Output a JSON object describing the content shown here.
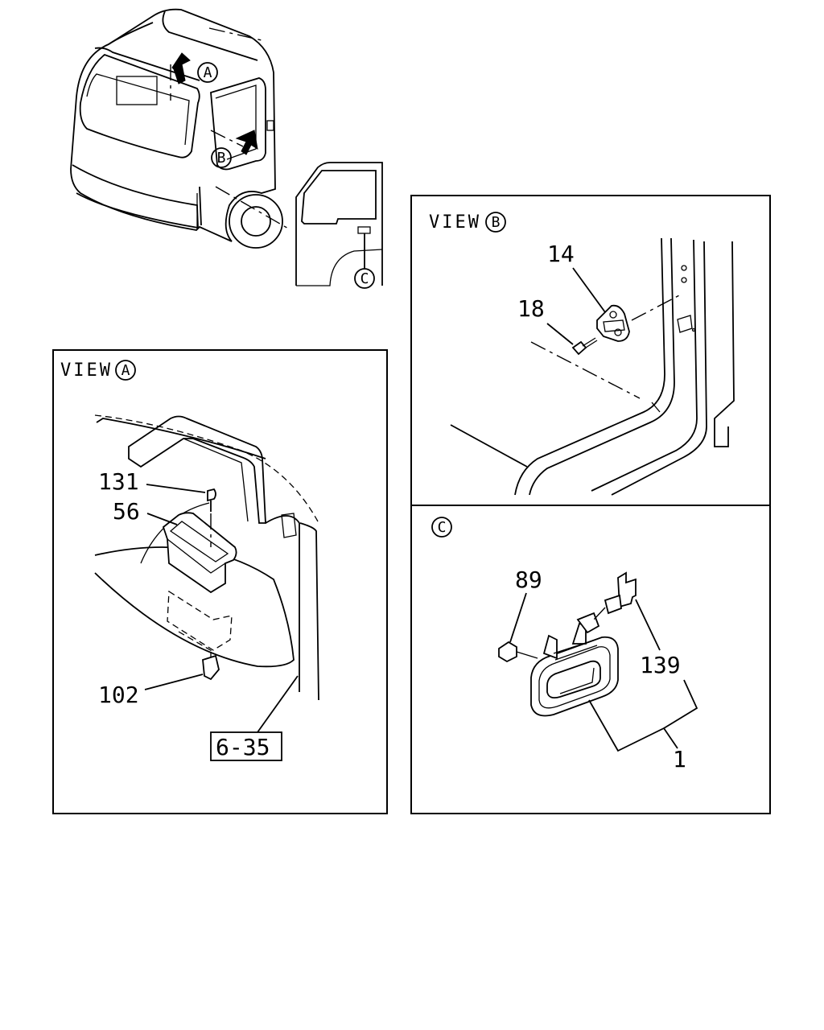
{
  "callouts": {
    "a": "A",
    "b": "B",
    "c": "C"
  },
  "view_a": {
    "title": "VIEW",
    "marker": "A",
    "parts": {
      "p131": "131",
      "p56": "56",
      "p102": "102"
    },
    "reference": "6-35"
  },
  "view_b": {
    "title": "VIEW",
    "marker": "B",
    "parts": {
      "p14": "14",
      "p18": "18"
    }
  },
  "view_c": {
    "marker": "C",
    "parts": {
      "p89": "89",
      "p139": "139",
      "p1": "1"
    }
  }
}
